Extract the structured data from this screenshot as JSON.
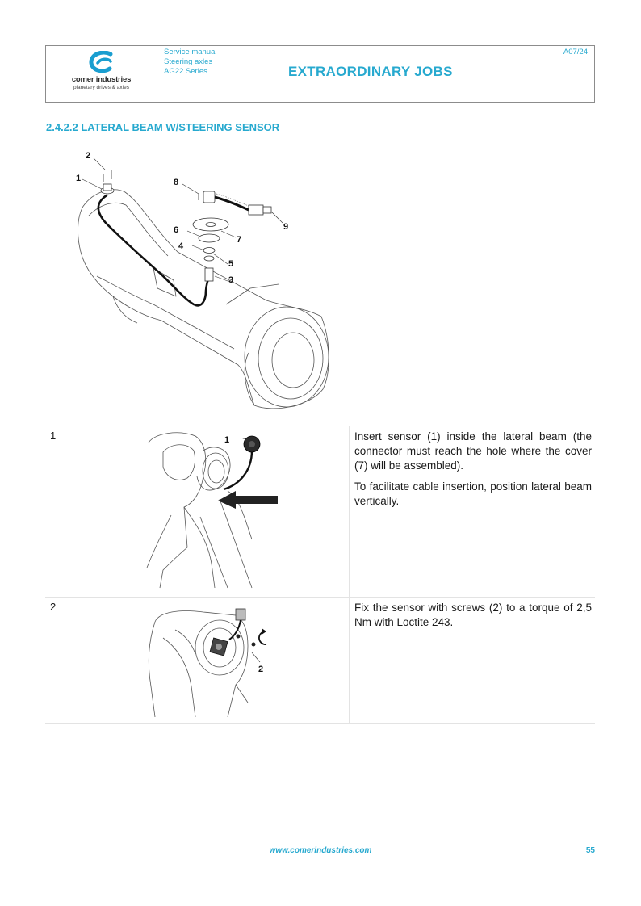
{
  "header": {
    "logo_name": "comer industries",
    "logo_tagline": "planetary drives & axles",
    "meta_lines": [
      "Service manual",
      "Steering axles",
      "AG22 Series"
    ],
    "doc_id": "A07/24",
    "title": "EXTRAORDINARY JOBS"
  },
  "section": {
    "title": "2.4.2.2 LATERAL BEAM W/STEERING SENSOR"
  },
  "main_figure": {
    "callouts": [
      "1",
      "2",
      "3",
      "4",
      "5",
      "6",
      "7",
      "8",
      "9"
    ]
  },
  "steps": [
    {
      "number": "1",
      "figure_callout": "1",
      "paragraphs": [
        "Insert sensor (1) inside the lateral beam (the connector must reach the hole where the cover (7) will be assembled).",
        "To facilitate cable insertion, position lateral beam vertically."
      ]
    },
    {
      "number": "2",
      "figure_callout": "2",
      "paragraphs": [
        "Fix the sensor with screws (2) to a torque of 2,5 Nm with Loctite 243."
      ]
    }
  ],
  "footer": {
    "url": "www.comerindustries.com",
    "page": "55"
  },
  "colors": {
    "accent": "#27a9cf",
    "border": "#8c8c8c"
  }
}
